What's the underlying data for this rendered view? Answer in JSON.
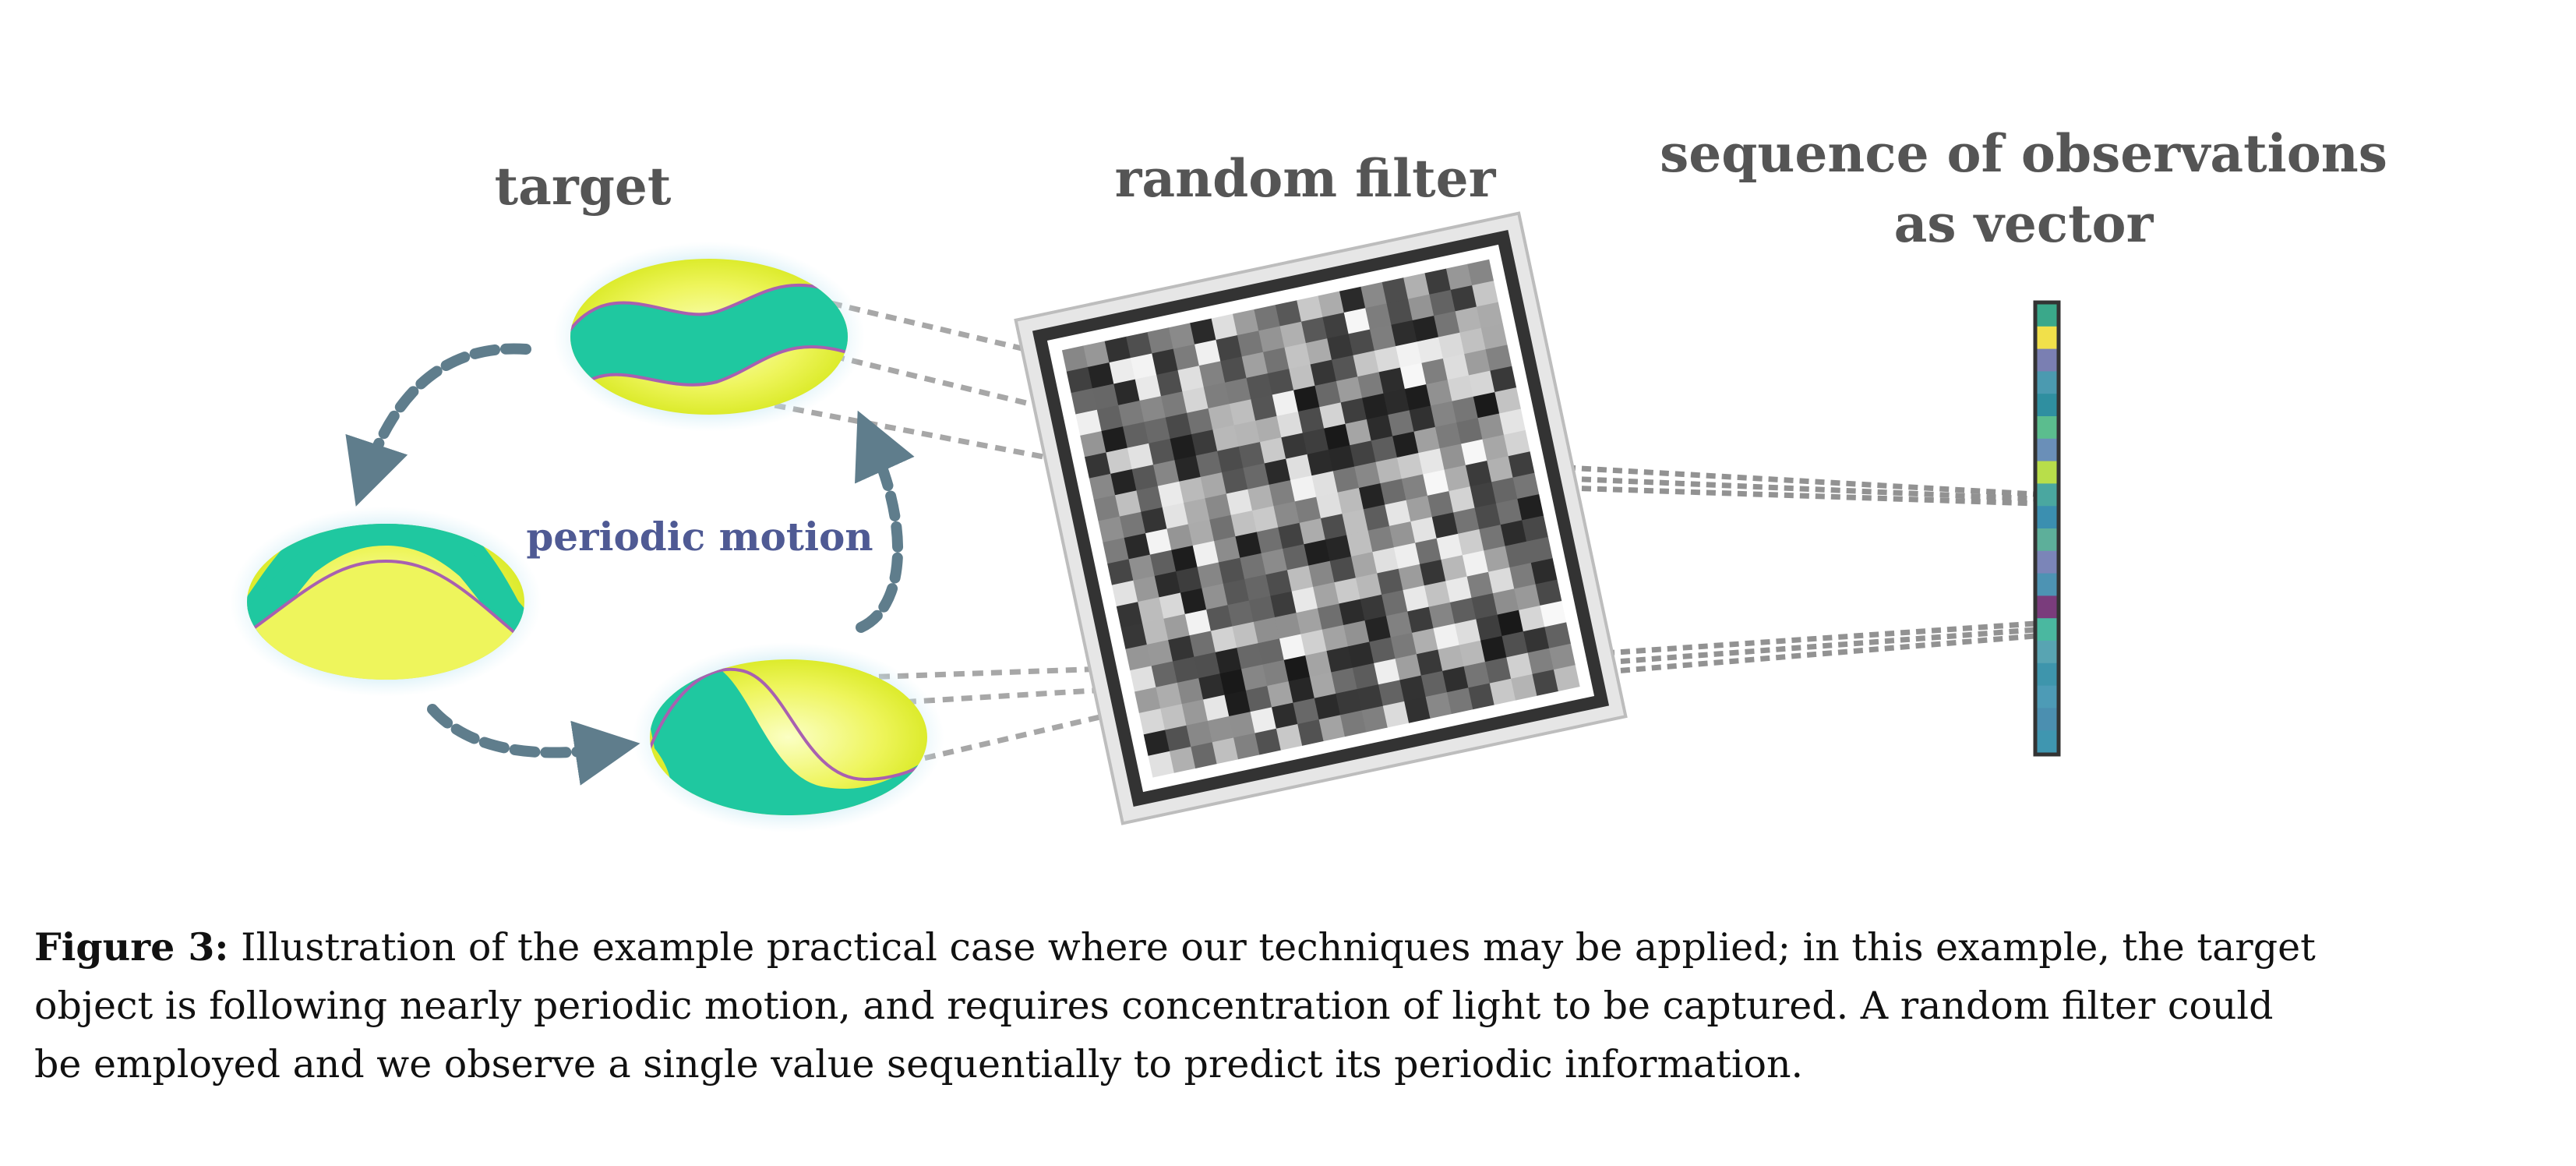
{
  "figure": {
    "label_target": "target",
    "label_filter": "random filter",
    "label_vector_line1": "sequence of observations",
    "label_vector_line2": "as vector",
    "label_motion": "periodic motion"
  },
  "caption": {
    "label": "Figure 3:",
    "lines": [
      "Illustration of the example practical case where our techniques may be applied; in this example, the target",
      "object is following nearly periodic motion, and requires concentration of light to be captured.  A random filter could",
      "be employed and we observe a single value sequentially to predict its periodic information."
    ]
  },
  "colors": {
    "teal_band": "#1fc8a0",
    "yellow_fill": "#e8f23a",
    "arrow": "#5f7d8c",
    "label_text": "#555555",
    "motion_text": "#4f5a94"
  }
}
